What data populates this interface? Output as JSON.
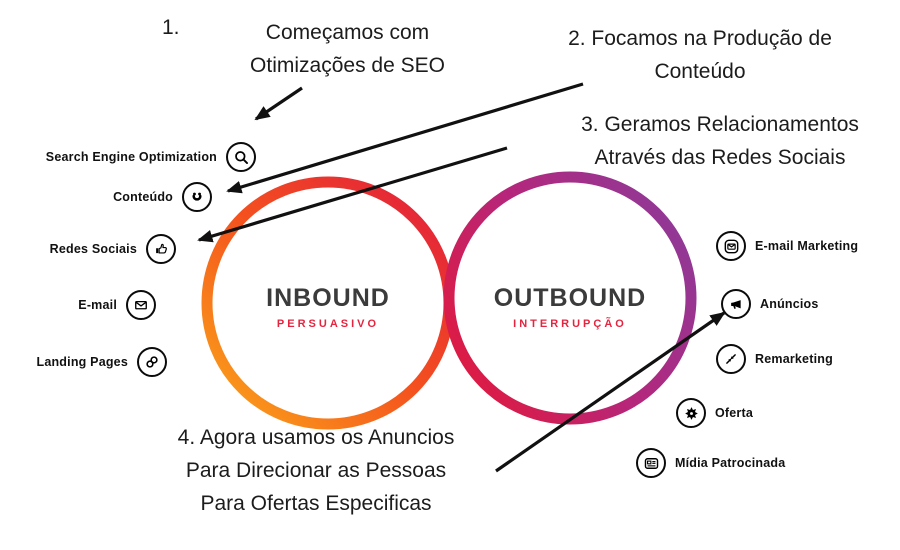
{
  "diagram": {
    "inbound": {
      "title": "INBOUND",
      "subtitle": "PERSUASIVO"
    },
    "outbound": {
      "title": "OUTBOUND",
      "subtitle": "INTERRUPÇÃO"
    },
    "left_items": [
      {
        "label": "Search Engine Optimization",
        "icon": "search-icon"
      },
      {
        "label": "Conteúdo",
        "icon": "smiley-icon"
      },
      {
        "label": "Redes Sociais",
        "icon": "thumbs-up-icon"
      },
      {
        "label": "E-mail",
        "icon": "envelope-icon"
      },
      {
        "label": "Landing Pages",
        "icon": "link-icon"
      }
    ],
    "right_items": [
      {
        "label": "E-mail Marketing",
        "icon": "envelope-square-icon"
      },
      {
        "label": "Anúncios",
        "icon": "megaphone-icon"
      },
      {
        "label": "Remarketing",
        "icon": "arrows-inward-icon"
      },
      {
        "label": "Oferta",
        "icon": "starburst-icon"
      },
      {
        "label": "Mídia Patrocinada",
        "icon": "newspaper-icon"
      }
    ],
    "annotations": [
      {
        "number": "1.",
        "lines": [
          "Começamos com",
          "Otimizações de SEO"
        ]
      },
      {
        "lines": [
          "2. Focamos na Produção de",
          "Conteúdo"
        ]
      },
      {
        "lines": [
          "3. Geramos Relacionamentos",
          "Através das Redes Sociais"
        ]
      },
      {
        "lines": [
          "4. Agora usamos os Anuncios",
          "Para Direcionar as Pessoas",
          "Para Ofertas Especificas"
        ]
      }
    ],
    "colors": {
      "orange": "#FBA919",
      "red": "#E01A3F",
      "purple": "#8E3A98",
      "accent_red": "#E5243F"
    }
  }
}
